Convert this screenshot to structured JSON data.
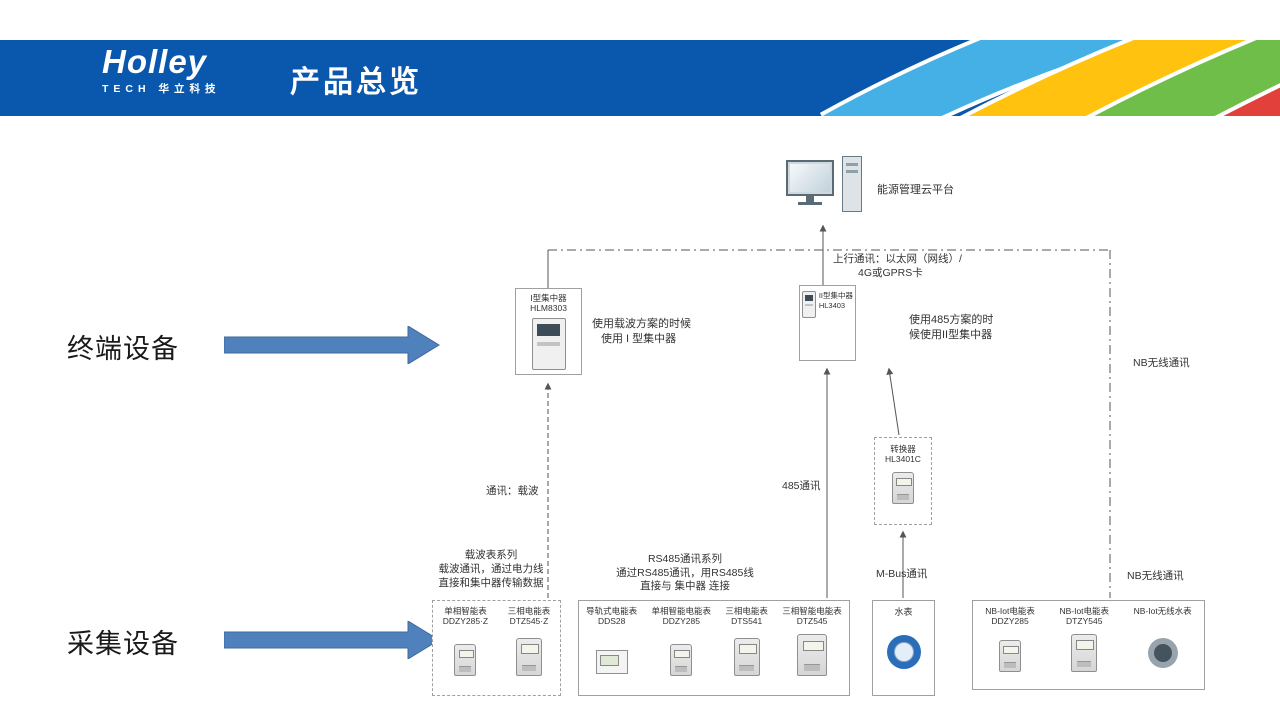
{
  "header": {
    "title": "产品总览",
    "logo_brand": "Holley",
    "logo_sub": "TECH 华立科技",
    "band_color": "#0a58ad",
    "swoosh_colors": {
      "lightblue": "#45b0e5",
      "yellow": "#ffc20e",
      "green": "#6fbe4a",
      "red": "#e2403a"
    }
  },
  "side": {
    "terminal": "终端设备",
    "collection": "采集设备",
    "arrow_color": "#4f81bd"
  },
  "diagram": {
    "cloud": "能源管理云平台",
    "uplink_line1": "上行通讯：以太网（网线）/",
    "uplink_line2": "4G或GPRS卡",
    "conc1_name": "I型集中器",
    "conc1_model": "HLM8303",
    "conc1_note1": "使用载波方案的时候",
    "conc1_note2": "使用 I 型集中器",
    "conc2_name": "II型集中器",
    "conc2_model": "HL3403",
    "conc2_note1": "使用485方案的时",
    "conc2_note2": "候使用II型集中器",
    "converter_name": "转换器",
    "converter_model": "HL3401C",
    "comm_carrier": "通讯：载波",
    "comm_485": "485通讯",
    "comm_mbus": "M-Bus通讯",
    "comm_nb_top": "NB无线通讯",
    "comm_nb_bottom": "NB无线通讯",
    "carrier_group": {
      "title": "载波表系列",
      "desc1": "载波通讯，通过电力线",
      "desc2": "直接和集中器传输数据",
      "meters": [
        {
          "name": "单相智能表",
          "model": "DDZY285·Z"
        },
        {
          "name": "三相电能表",
          "model": "DTZ545·Z"
        }
      ]
    },
    "rs485_group": {
      "title": "RS485通讯系列",
      "desc1": "通过RS485通讯，用RS485线",
      "desc2": "直接与 集中器 连接",
      "meters": [
        {
          "name": "导轨式电能表",
          "model": "DDS28"
        },
        {
          "name": "单相智能电能表",
          "model": "DDZY285"
        },
        {
          "name": "三相电能表",
          "model": "DTS541"
        },
        {
          "name": "三相智能电能表",
          "model": "DTZ545"
        }
      ]
    },
    "water_group": {
      "title": "水表"
    },
    "nb_group": {
      "meters": [
        {
          "name": "NB-Iot电能表",
          "model": "DDZY285"
        },
        {
          "name": "NB-Iot电能表",
          "model": "DTZY545"
        },
        {
          "name": "NB-Iot无线水表",
          "model": ""
        }
      ]
    }
  }
}
